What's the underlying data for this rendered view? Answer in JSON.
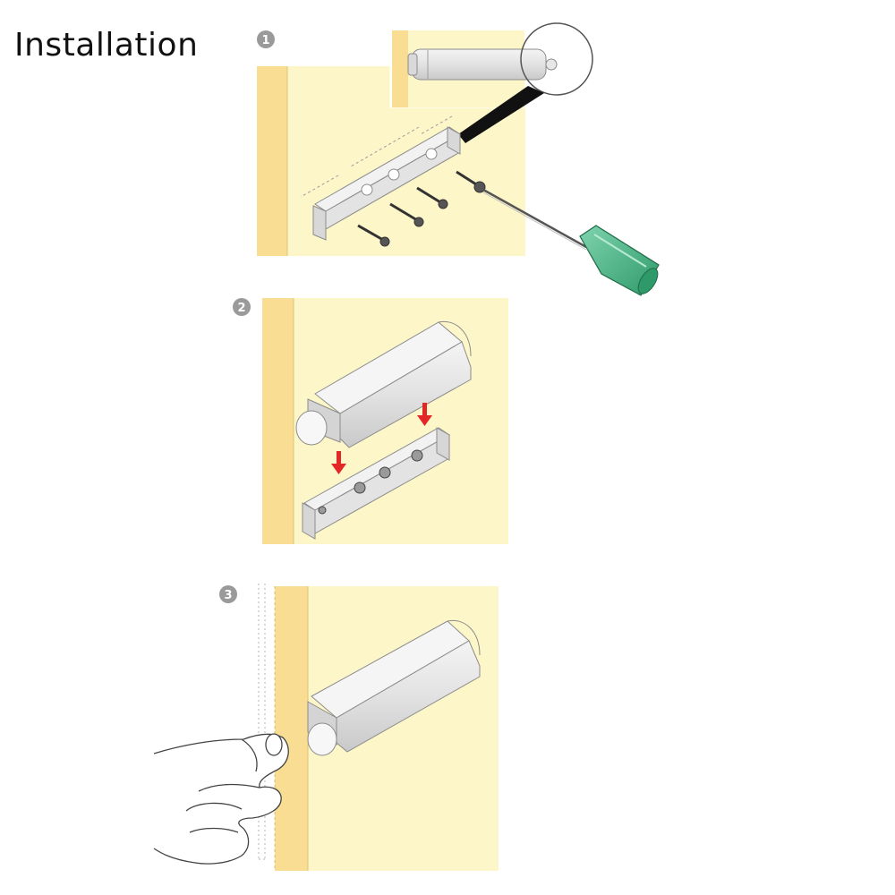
{
  "title": "Installation",
  "steps": [
    {
      "number": "1",
      "caption": ""
    },
    {
      "number": "2",
      "caption": ""
    },
    {
      "number": "3",
      "caption": ""
    }
  ],
  "colors": {
    "panel_face": "#fdf6c8",
    "panel_edge": "#f8dd93",
    "device_body": "#e7e7e7",
    "device_stroke": "#8c8c8c",
    "arrow": "#e32626",
    "screwdriver_handle": "#3fae80",
    "step_badge": "#9a9a9a"
  },
  "icons": [
    "screw-icon",
    "screwdriver-icon",
    "arrow-down-icon",
    "hand-icon",
    "magnifier-circle-icon"
  ]
}
